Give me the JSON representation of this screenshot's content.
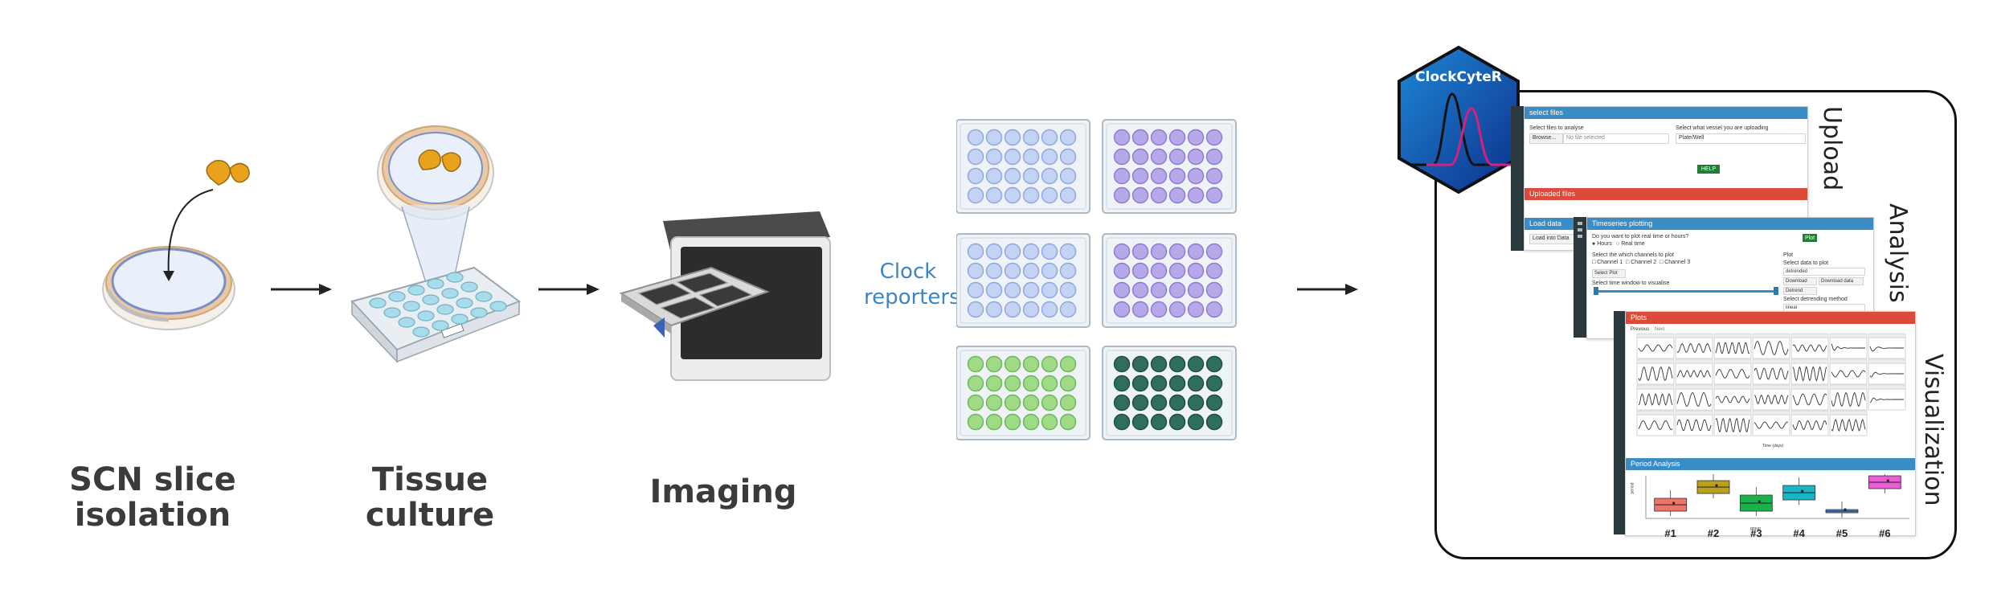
{
  "steps": [
    {
      "label": "SCN slice\nisolation"
    },
    {
      "label": "Tissue\nculture"
    },
    {
      "label": "Imaging"
    }
  ],
  "reporters_label": "Clock\nreporters",
  "logo_text": "ClockCyteR",
  "sections": {
    "upload": "Upload",
    "analysis": "Analysis",
    "visualization": "Visualization"
  },
  "upload_window": {
    "title": "select files",
    "select_files_label": "Select files to analyse",
    "browse_button": "Browse...",
    "file_status": "No file selected",
    "vessel_label": "Select what vessel you are uploading",
    "vessel_value": "Plate/Well",
    "help_button": "HELP",
    "uploaded_files_bar": "Uploaded files",
    "load_data_bar": "Load data",
    "load_button": "Load into Data"
  },
  "analysis_window": {
    "title": "Timeseries plotting",
    "question": "Do you want to plot real time or hours?",
    "radio_hours": "Hours",
    "radio_real": "Real time",
    "channels_label": "Select the which channels to plot",
    "channels": [
      "Channel 1",
      "Channel 2",
      "Channel 3"
    ],
    "select_plot": "Select Plot",
    "window_label": "Select time window to visualise",
    "plot_button": "Plot",
    "right_labels": [
      "Plot",
      "Select data to plot",
      "detrended",
      "Download",
      "Download data",
      "Detrend",
      "Select detrending method",
      "linear"
    ]
  },
  "visualization_window": {
    "plots_bar": "Plots",
    "tabs": [
      "Previous",
      "Next"
    ],
    "period_bar": "Period Analysis",
    "x_axis_label": "Time (days)",
    "y_axis_label": "period",
    "group_label": "group"
  },
  "box_plot": {
    "groups": [
      "#1",
      "#2",
      "#3",
      "#4",
      "#5",
      "#6"
    ],
    "colors": [
      "#f0736a",
      "#b8a11d",
      "#18b24b",
      "#17b6c6",
      "#5b8fe0",
      "#ea5bd4"
    ]
  },
  "colors": {
    "blue_bar": "#3b8cc4",
    "red_bar": "#dc4a3b",
    "logo_bg": "#1f78c8",
    "reporter_blue": "#c4d3f3",
    "reporter_purple": "#b7a8ea",
    "reporter_green": "#9fdb87",
    "reporter_teal": "#2f6e5d"
  }
}
